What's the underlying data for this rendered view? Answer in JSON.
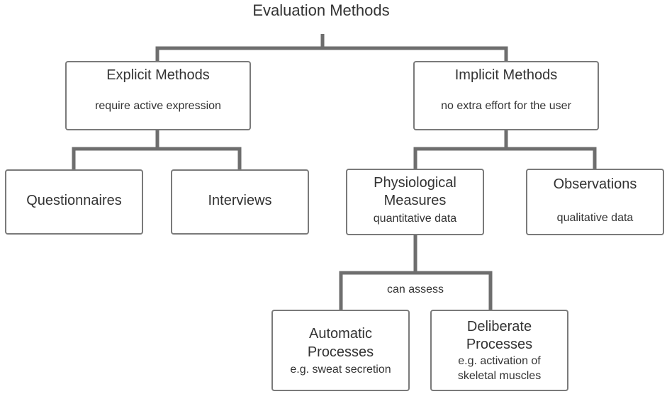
{
  "title": "Evaluation Methods",
  "nodes": {
    "explicit": {
      "title": "Explicit Methods",
      "subtitle": "require active expression"
    },
    "implicit": {
      "title": "Implicit Methods",
      "subtitle": "no extra effort for the user"
    },
    "questionnaires": {
      "title": "Questionnaires"
    },
    "interviews": {
      "title": "Interviews"
    },
    "physiological": {
      "title_line1": "Physiological",
      "title_line2": "Measures",
      "subtitle": "quantitative data"
    },
    "observations": {
      "title": "Observations",
      "subtitle": "qualitative data"
    },
    "automatic": {
      "title_line1": "Automatic",
      "title_line2": "Processes",
      "subtitle": "e.g. sweat secretion"
    },
    "deliberate": {
      "title_line1": "Deliberate",
      "title_line2": "Processes",
      "subtitle_line1": "e.g. activation of",
      "subtitle_line2": "skeletal muscles"
    }
  },
  "edge_labels": {
    "can_assess": "can assess"
  },
  "colors": {
    "connector": "#6e6e6e",
    "border": "#7a7a7a",
    "text": "#333333"
  }
}
